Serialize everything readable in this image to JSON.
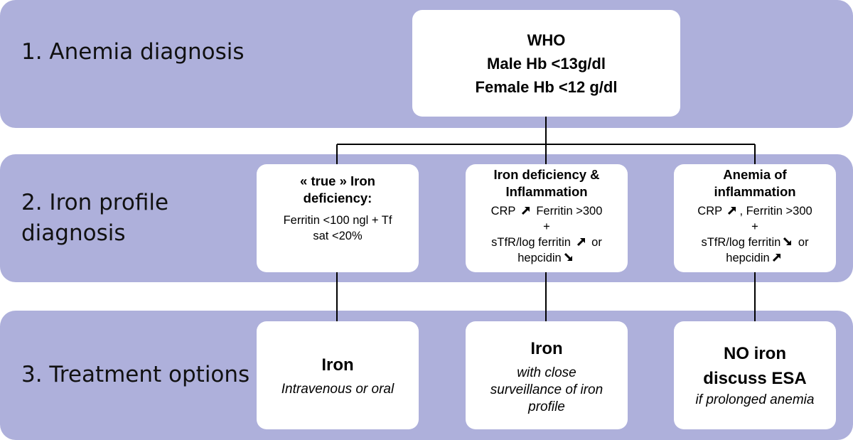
{
  "rows": [
    {
      "label_lines": [
        "1. Anemia diagnosis"
      ]
    },
    {
      "label_lines": [
        "2. Iron profile",
        "diagnosis"
      ]
    },
    {
      "label_lines": [
        "3. Treatment options"
      ]
    }
  ],
  "who_box": {
    "lines": [
      "WHO",
      "Male Hb <13g/dl",
      "Female Hb <12 g/dl"
    ]
  },
  "profiles": [
    {
      "title_lines": [
        "« true » Iron",
        "deficiency:"
      ],
      "body": {
        "l1": "Ferritin <100 ngl + Tf",
        "l2": "sat <20%"
      }
    },
    {
      "title_lines": [
        "Iron deficiency &",
        "Inflammation"
      ],
      "body": {
        "crp": "CRP",
        "ferritin": "Ferritin >300",
        "plus": "+",
        "stfr": "sTfR/log ferritin",
        "or": "or",
        "hepcidin": "hepcidin"
      },
      "arrows": {
        "crp": "up-arrow",
        "stfr": "up-arrow",
        "hepcidin": "down-arrow"
      }
    },
    {
      "title_lines": [
        "Anemia of",
        "inflammation"
      ],
      "body": {
        "crp": "CRP",
        "ferritin": ", Ferritin >300",
        "plus": "+",
        "stfr": "sTfR/log ferritin",
        "or": "or",
        "hepcidin": "hepcidin"
      },
      "arrows": {
        "crp": "up-arrow",
        "stfr": "down-arrow",
        "hepcidin": "up-arrow"
      }
    }
  ],
  "treatments": [
    {
      "title_lines": [
        "Iron"
      ],
      "sub_lines": [
        "Intravenous or oral"
      ]
    },
    {
      "title_lines": [
        "Iron"
      ],
      "sub_lines": [
        "with close",
        "surveillance of iron",
        "profile"
      ]
    },
    {
      "title_lines": [
        "NO iron",
        "discuss ESA"
      ],
      "sub_lines": [
        "if prolonged anemia"
      ]
    }
  ],
  "colors": {
    "band": "#aeb0db",
    "box": "#ffffff",
    "connector": "#000000"
  }
}
